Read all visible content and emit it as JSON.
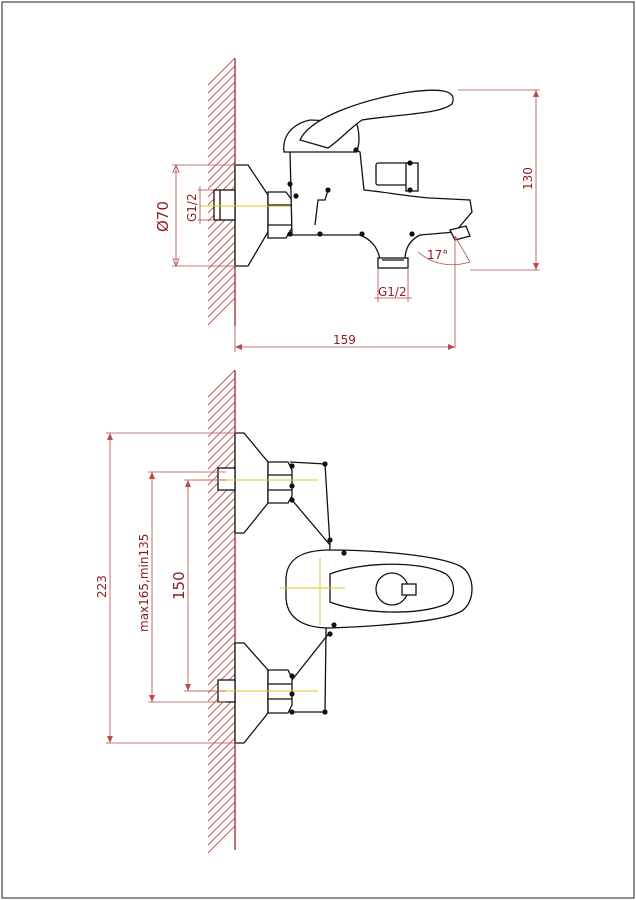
{
  "side_view": {
    "labels": {
      "diameter": "Ø70",
      "thread_wall": "G1/2",
      "thread_outlet": "G1/2",
      "angle": "17°",
      "height": "130",
      "depth": "159"
    }
  },
  "top_view": {
    "labels": {
      "overall_width": "223",
      "adjust_range": "max165,min135",
      "center_distance": "150"
    }
  },
  "colors": {
    "wall": "#8a1c1c",
    "dimension": "#b84a4a",
    "outline": "#111111",
    "centerline": "#d8c81a"
  }
}
